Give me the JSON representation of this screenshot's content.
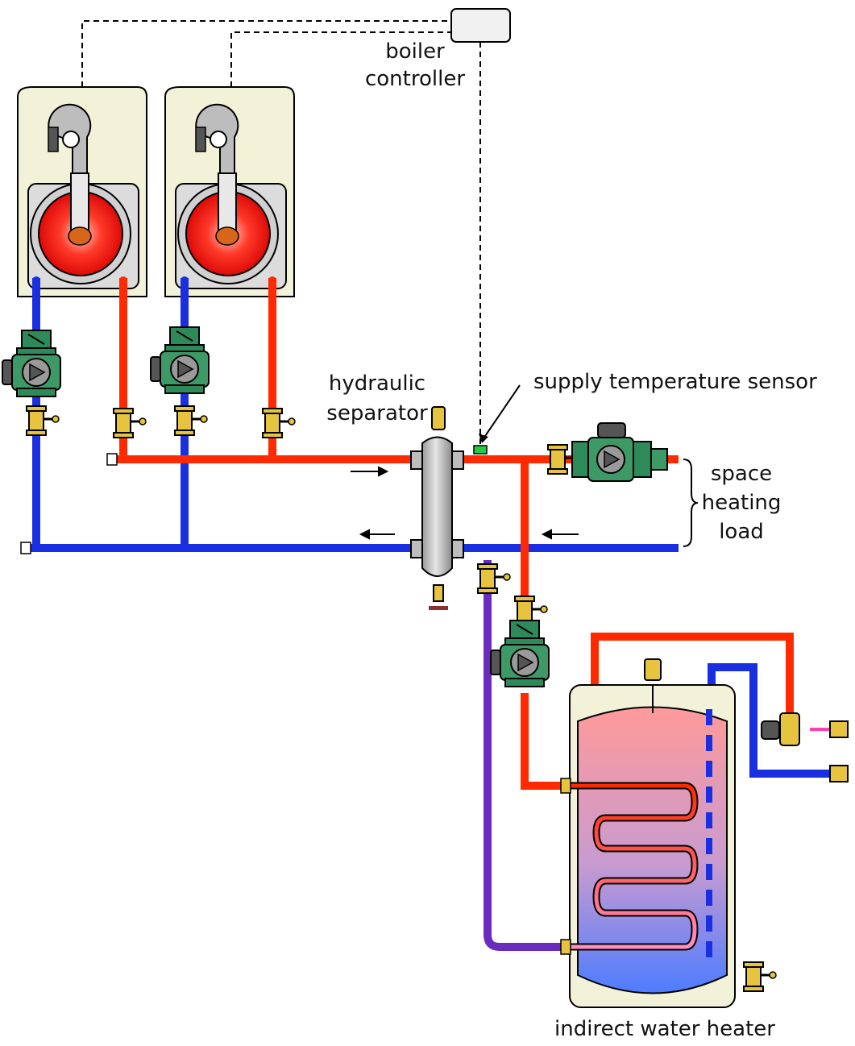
{
  "labels": {
    "controller": [
      "boiler",
      "controller"
    ],
    "separator": [
      "hydraulic",
      "separator"
    ],
    "sensor": "supply temperature sensor",
    "load": [
      "space",
      "heating",
      "load"
    ],
    "heater": "indirect water heater"
  },
  "colors": {
    "hot_pipe": "#ff2a00",
    "cold_pipe": "#1a2fe0",
    "return_pipe": "#6a2bbf",
    "boiler_cabinet": "#f2f2d8",
    "pump_body": "#2f8a5a",
    "valve_brass": "#e6c440",
    "separator_body": "#c8c8c8",
    "tank_top": "#ff9a9a",
    "tank_bottom": "#4d7cff"
  }
}
